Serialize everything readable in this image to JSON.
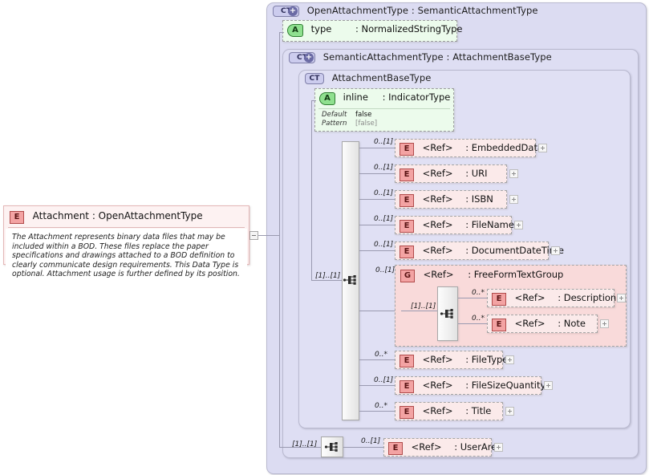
{
  "root_element": {
    "icon": "element-icon",
    "name": "Attachment",
    "type": "OpenAttachmentType",
    "title": "Attachment : OpenAttachmentType",
    "documentation": "The Attachment represents binary data files that may be included within a BOD. These files replace the paper specifications and drawings attached to a BOD definition to clearly communicate design requirements. This Data Type is optional. Attachment usage is further defined by its position.",
    "collapse_icon": "minus-icon"
  },
  "containers": [
    {
      "badge": "CT+",
      "icon": "complextype-expandable-icon",
      "title": "OpenAttachmentType : SemanticAttachmentType"
    },
    {
      "badge": "CT+",
      "icon": "complextype-expandable-icon",
      "title": "SemanticAttachmentType : AttachmentBaseType"
    },
    {
      "badge": "CT",
      "icon": "complextype-icon",
      "title": "AttachmentBaseType"
    }
  ],
  "attributes": [
    {
      "badge": "A",
      "icon": "attribute-icon",
      "name": "type",
      "type": ": NormalizedStringType",
      "facets": []
    },
    {
      "badge": "A",
      "icon": "attribute-icon",
      "name": "inline",
      "type": ": IndicatorType",
      "facets": [
        {
          "key": "Default",
          "value": "false",
          "dim": false
        },
        {
          "key": "Pattern",
          "value": "[false]",
          "dim": true
        }
      ]
    }
  ],
  "compositors": [
    {
      "icon": "sequence-icon",
      "name": "main-sequence",
      "cardinality": "[1]..[1]"
    },
    {
      "icon": "sequence-icon",
      "name": "group-sequence",
      "cardinality": "[1]..[1]"
    },
    {
      "icon": "sequence-icon",
      "name": "root-sequence",
      "cardinality": "[1]..[1]"
    }
  ],
  "element_rows": [
    {
      "badge": "E",
      "icon": "element-icon",
      "ref": "<Ref>",
      "type": ": EmbeddedData",
      "cardinality": "0..[1]",
      "expander": "plus-icon"
    },
    {
      "badge": "E",
      "icon": "element-icon",
      "ref": "<Ref>",
      "type": ": URI",
      "cardinality": "0..[1]",
      "expander": "plus-icon"
    },
    {
      "badge": "E",
      "icon": "element-icon",
      "ref": "<Ref>",
      "type": ": ISBN",
      "cardinality": "0..[1]",
      "expander": "plus-icon"
    },
    {
      "badge": "E",
      "icon": "element-icon",
      "ref": "<Ref>",
      "type": ": FileName",
      "cardinality": "0..[1]",
      "expander": "plus-icon"
    },
    {
      "badge": "E",
      "icon": "element-icon",
      "ref": "<Ref>",
      "type": ": DocumentDateTime",
      "cardinality": "0..[1]",
      "expander": "plus-icon"
    },
    {
      "badge": "E",
      "icon": "element-icon",
      "ref": "<Ref>",
      "type": ": FileType",
      "cardinality": "0..*",
      "expander": "plus-icon"
    },
    {
      "badge": "E",
      "icon": "element-icon",
      "ref": "<Ref>",
      "type": ": FileSizeQuantity",
      "cardinality": "0..[1]",
      "expander": "plus-icon"
    },
    {
      "badge": "E",
      "icon": "element-icon",
      "ref": "<Ref>",
      "type": ": Title",
      "cardinality": "0..*",
      "expander": "plus-icon"
    }
  ],
  "group": {
    "badge": "G",
    "icon": "group-icon",
    "ref": "<Ref>",
    "type": ": FreeFormTextGroup",
    "cardinality": "0..[1]",
    "children": [
      {
        "badge": "E",
        "icon": "element-icon",
        "ref": "<Ref>",
        "type": ": Description",
        "cardinality": "0..*",
        "expander": "plus-icon"
      },
      {
        "badge": "E",
        "icon": "element-icon",
        "ref": "<Ref>",
        "type": ": Note",
        "cardinality": "0..*",
        "expander": "plus-icon"
      }
    ]
  },
  "user_area": {
    "badge": "E",
    "icon": "element-icon",
    "ref": "<Ref>",
    "type": ": UserArea",
    "cardinality": "0..[1]",
    "expander": "plus-icon"
  },
  "colors": {
    "container_bg": "#dcdcf2",
    "element_bg": "#fbeaea",
    "attribute_bg": "#ecfbec",
    "group_bg": "#f9dada",
    "line": "#9a9ab0"
  }
}
